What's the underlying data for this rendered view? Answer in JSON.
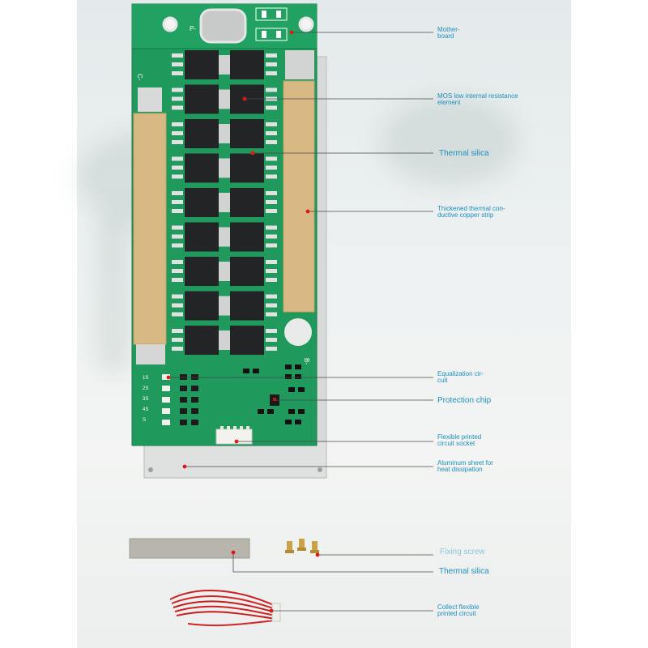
{
  "labels": {
    "motherboard": "Mother-\nboard",
    "mos_element": "MOS low internal resistance\nelement",
    "thermal_silica_top": "Thermal silica",
    "copper_strip": "Thickened thermal con-\nductive copper strip",
    "equalization": "Equalization cir-\ncuit",
    "protection_chip": "Protection chip",
    "fpc_socket": "Flexible printed\ncircuit socket",
    "aluminum_sheet": "Aluminum sheet for\nheat dissipation",
    "fixing_screw": "Fixing screw",
    "thermal_silica_bottom": "Thermal silica",
    "collect_fpc": "Collect flexible\nprinted circuit"
  },
  "board": {
    "silk_p": "P-",
    "silk_c": "C-",
    "silk_b": "B-",
    "silk_pins": [
      "S",
      "4S",
      "3S",
      "2S",
      "1S"
    ]
  },
  "colors": {
    "pcb_green": "#1f9a5c",
    "copper_strip": "#d8b883",
    "mosfet": "#222426",
    "aluminum": "#d6d9d8",
    "callout_line": "#4a4a4a",
    "callout_dot": "#e01818",
    "label_blue": "#1e8fc0"
  }
}
